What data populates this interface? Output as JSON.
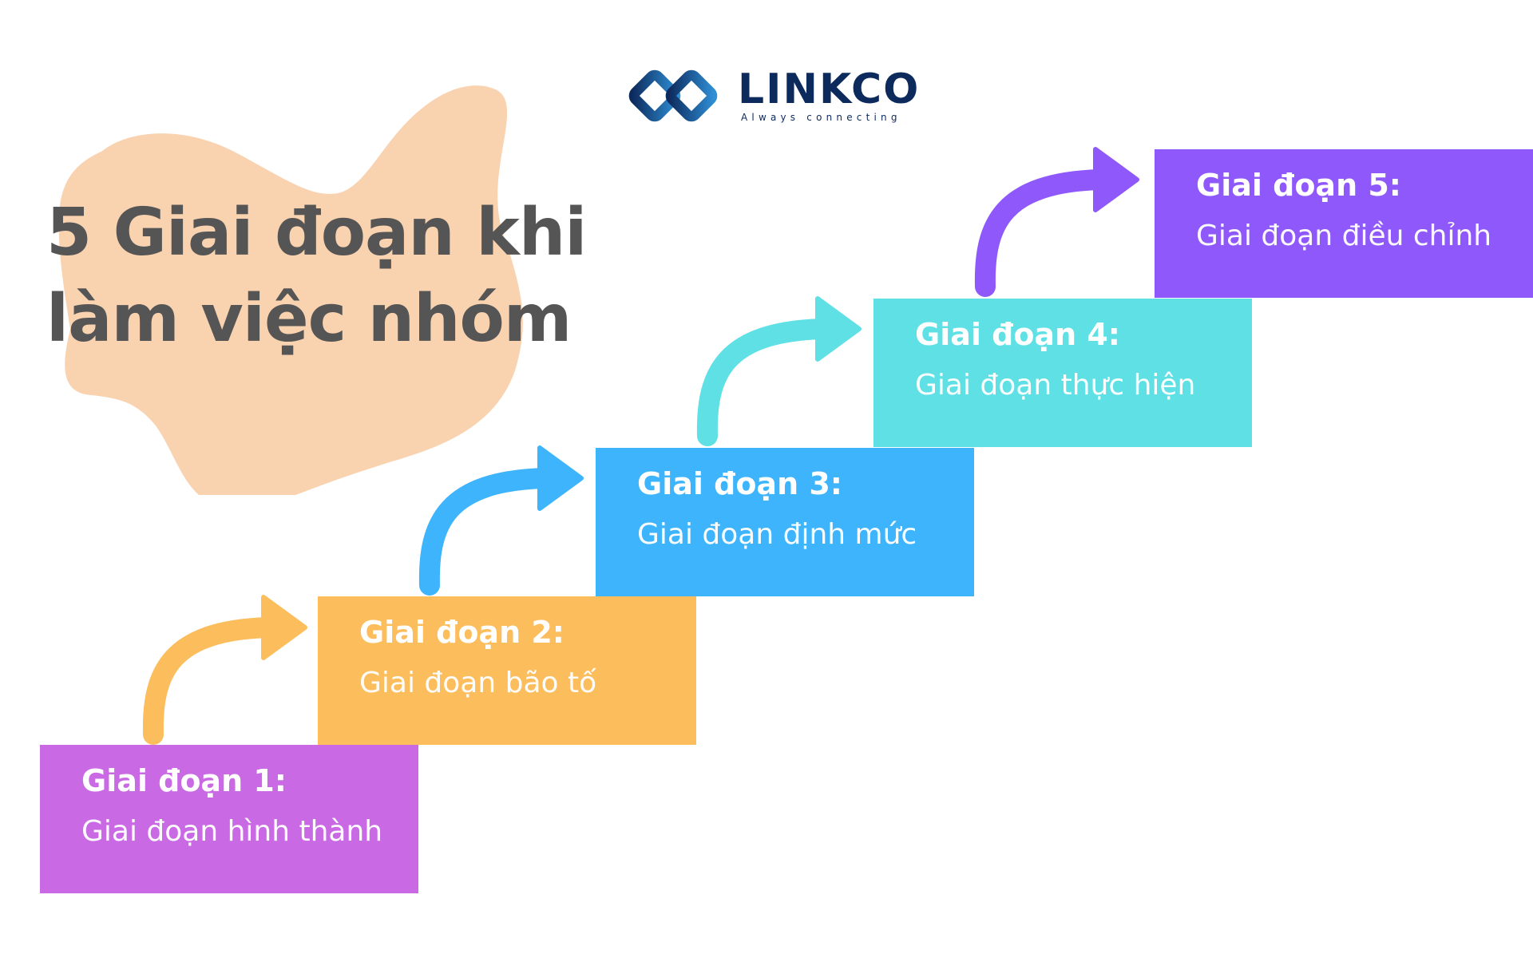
{
  "logo": {
    "name": "LINKCO",
    "tagline": "Always connecting",
    "colors": {
      "dark": "#0d2a5c",
      "light": "#2f8fd6"
    }
  },
  "title": {
    "line1": "5 Giai đoạn khi",
    "line2": "làm việc nhóm",
    "color": "#555555",
    "blob_color": "#f9d2b0"
  },
  "stages": [
    {
      "title": "Giai đoạn 1:",
      "description": "Giai đoạn hình thành",
      "color": "#c96ae4"
    },
    {
      "title": "Giai đoạn 2:",
      "description": "Giai đoạn bão tố",
      "color": "#fcbd5d"
    },
    {
      "title": "Giai đoạn 3:",
      "description": "Giai đoạn định mức",
      "color": "#3db4fc"
    },
    {
      "title": "Giai đoạn 4:",
      "description": "Giai đoạn thực hiện",
      "color": "#5fe0e5"
    },
    {
      "title": "Giai đoạn 5:",
      "description": "Giai đoạn điều chỉnh",
      "color": "#8e58fb"
    }
  ]
}
